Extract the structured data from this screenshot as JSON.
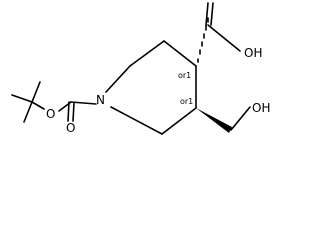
{
  "molecule": {
    "atoms": {
      "nitrogen": "N",
      "ester_oxygen": "O",
      "carbonyl_oxygen": "O",
      "acid_hydroxyl": "OH",
      "hydroxymethyl_hydroxyl": "OH"
    },
    "stereo_descriptors": {
      "c4": "or1",
      "c3": "or1"
    }
  }
}
